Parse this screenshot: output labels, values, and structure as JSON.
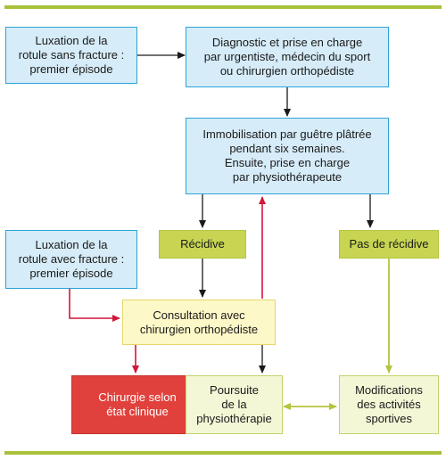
{
  "nodes": {
    "luxation_sans_fracture": "Luxation de la\nrotule sans fracture :\npremier épisode",
    "diagnostic": "Diagnostic et prise en charge\npar urgentiste, médecin du sport\nou chirurgien orthopédiste",
    "immobilisation": "Immobilisation par guêtre plâtrée\npendant six semaines.\nEnsuite, prise en charge\npar physiothérapeute",
    "recidive": "Récidive",
    "pas_de_recidive": "Pas de récidive",
    "luxation_avec_fracture": "Luxation de la\nrotule avec fracture :\npremier épisode",
    "consultation": "Consultation avec\nchirurgien orthopédiste",
    "chirurgie": "Chirurgie selon\nétat clinique",
    "poursuite": "Poursuite\nde la\nphysiothérapie",
    "modifications": "Modifications\ndes activités\nsportives"
  },
  "colors": {
    "rule": "#a8c13a",
    "black_arrow": "#1a1a1a",
    "red_arrow": "#d1173a",
    "green_arrow": "#b5c43e",
    "blue_border": "#2ea3d9",
    "blue_fill": "#d6ecf8",
    "olive_fill": "#c7d552",
    "yellow_fill": "#fdf8c8",
    "pale_fill": "#f3f7d6",
    "red_fill": "#e0413c"
  }
}
